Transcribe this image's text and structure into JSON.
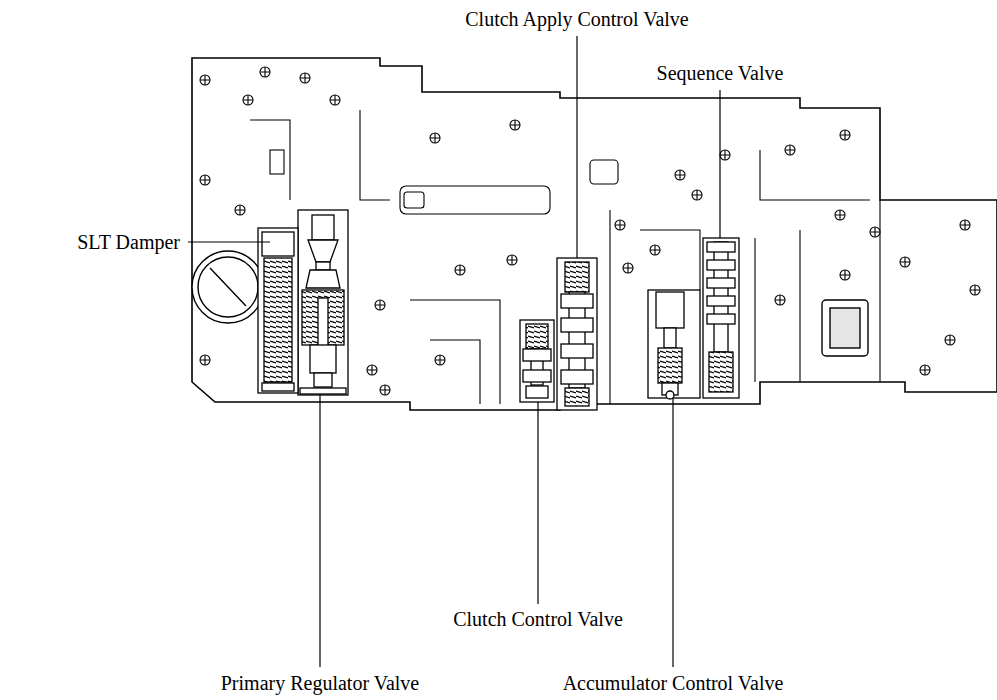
{
  "diagram": {
    "labels": [
      "Clutch Apply Control Valve",
      "Sequence Valve",
      "SLT Damper",
      "Clutch Control Valve",
      "Primary Regulator Valve",
      "Accumulator Control Valve"
    ]
  }
}
